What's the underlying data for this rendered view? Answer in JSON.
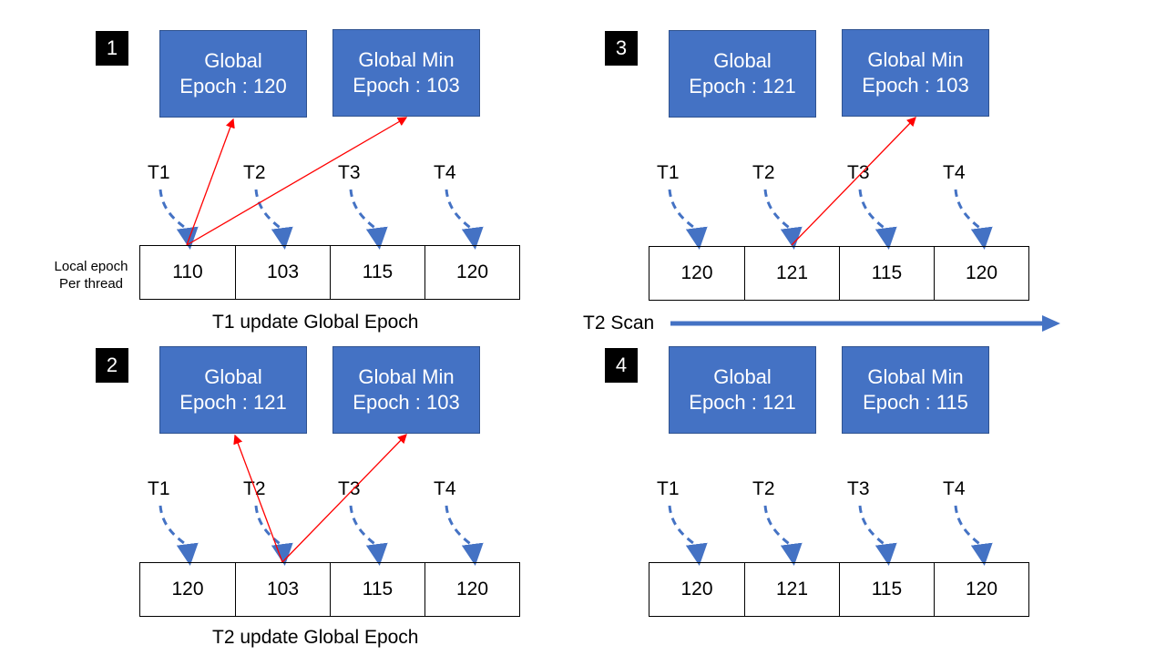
{
  "side_label": {
    "line1": "Local epoch",
    "line2": "Per thread"
  },
  "threads": [
    "T1",
    "T2",
    "T3",
    "T4"
  ],
  "panels": [
    {
      "number": "1",
      "global_epoch": {
        "line1": "Global",
        "line2": "Epoch : 120"
      },
      "global_min": {
        "line1": "Global Min",
        "line2": "Epoch : 103"
      },
      "local_epochs": [
        "110",
        "103",
        "115",
        "120"
      ],
      "caption": "T1 update Global Epoch"
    },
    {
      "number": "2",
      "global_epoch": {
        "line1": "Global",
        "line2": "Epoch : 121"
      },
      "global_min": {
        "line1": "Global Min",
        "line2": "Epoch : 103"
      },
      "local_epochs": [
        "120",
        "103",
        "115",
        "120"
      ],
      "caption": "T2 update Global Epoch"
    },
    {
      "number": "3",
      "global_epoch": {
        "line1": "Global",
        "line2": "Epoch : 121"
      },
      "global_min": {
        "line1": "Global Min",
        "line2": "Epoch : 103"
      },
      "local_epochs": [
        "120",
        "121",
        "115",
        "120"
      ],
      "caption": ""
    },
    {
      "number": "4",
      "global_epoch": {
        "line1": "Global",
        "line2": "Epoch : 121"
      },
      "global_min": {
        "line1": "Global Min",
        "line2": "Epoch : 115"
      },
      "local_epochs": [
        "120",
        "121",
        "115",
        "120"
      ],
      "caption": ""
    }
  ],
  "scan_label": "T2 Scan",
  "colors": {
    "box": "#4472c4",
    "arrow_red": "#ff0000",
    "arrow_blue": "#4472c4"
  }
}
